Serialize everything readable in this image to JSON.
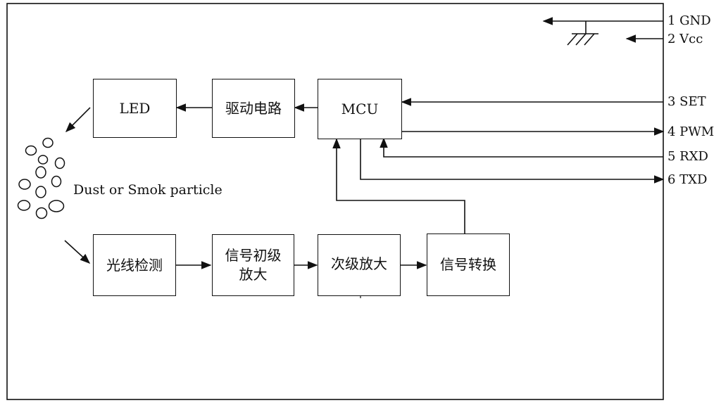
{
  "blocks": {
    "led": "LED",
    "driver": "驱动电路",
    "mcu": "MCU",
    "photo_detect": "光线检测",
    "primary_amp_line1": "信号初级",
    "primary_amp_line2": "放大",
    "secondary_amp": "次级放大",
    "signal_convert": "信号转换"
  },
  "particles_label": "Dust or Smok particle",
  "pins": [
    {
      "label": "1 GND"
    },
    {
      "label": "2 Vcc"
    },
    {
      "label": "3 SET"
    },
    {
      "label": "4 PWM"
    },
    {
      "label": "5 RXD"
    },
    {
      "label": "6 TXD"
    }
  ]
}
